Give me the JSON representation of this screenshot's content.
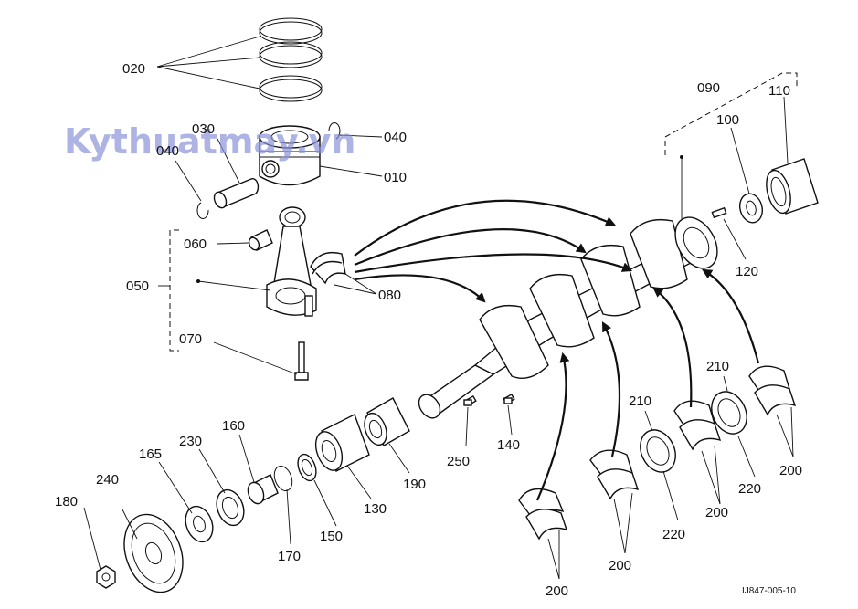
{
  "watermark": "Kythuatmay.vn",
  "reference_code": "IJ847-005-10",
  "labels": {
    "l020": "020",
    "l030": "030",
    "l040a": "040",
    "l040b": "040",
    "l010": "010",
    "l060": "060",
    "l050": "050",
    "l080": "080",
    "l070": "070",
    "l090": "090",
    "l100": "100",
    "l110": "110",
    "l120": "120",
    "l160": "160",
    "l230": "230",
    "l165": "165",
    "l240": "240",
    "l180": "180",
    "l170": "170",
    "l150": "150",
    "l130": "130",
    "l190": "190",
    "l250": "250",
    "l140": "140",
    "l210a": "210",
    "l210b": "210",
    "l220a": "220",
    "l220b": "220",
    "l200a": "200",
    "l200b": "200",
    "l200c": "200",
    "l200d": "200"
  }
}
